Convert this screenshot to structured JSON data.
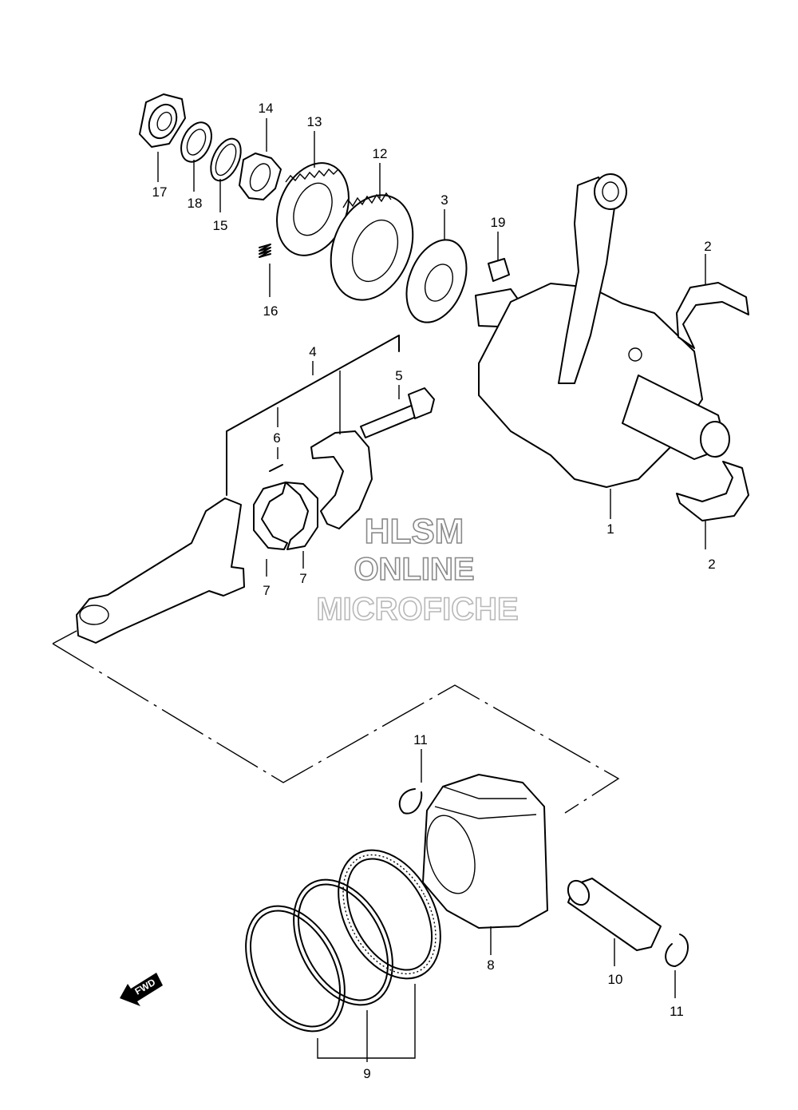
{
  "watermark": {
    "line1": "HLSM",
    "line2": "ONLINE",
    "line3": "MICROFICHE"
  },
  "fwd_label": "FWD",
  "callouts": {
    "c1": "1",
    "c2a": "2",
    "c2b": "2",
    "c3": "3",
    "c4": "4",
    "c5": "5",
    "c6": "6",
    "c7a": "7",
    "c7b": "7",
    "c8": "8",
    "c9": "9",
    "c10": "10",
    "c11a": "11",
    "c11b": "11",
    "c12": "12",
    "c13": "13",
    "c14": "14",
    "c15": "15",
    "c16": "16",
    "c17": "17",
    "c18": "18",
    "c19": "19"
  }
}
